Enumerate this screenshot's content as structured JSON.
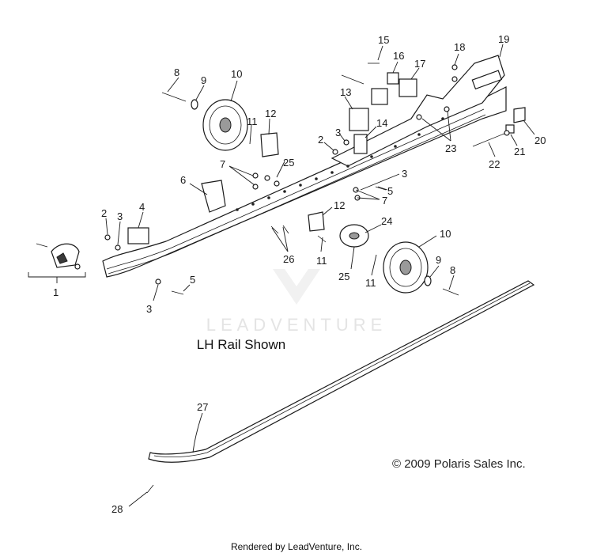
{
  "diagram": {
    "caption": "LH Rail Shown",
    "copyright": "© 2009 Polaris Sales Inc.",
    "footer": "Rendered by LeadVenture, Inc.",
    "watermark": "LEADVENTURE",
    "callouts": [
      "1",
      "2",
      "2",
      "3",
      "3",
      "3",
      "3",
      "4",
      "5",
      "5",
      "6",
      "7",
      "7",
      "8",
      "8",
      "9",
      "9",
      "10",
      "10",
      "11",
      "11",
      "11",
      "12",
      "12",
      "13",
      "14",
      "15",
      "16",
      "17",
      "18",
      "19",
      "20",
      "21",
      "22",
      "23",
      "24",
      "25",
      "25",
      "26",
      "27",
      "28"
    ]
  }
}
